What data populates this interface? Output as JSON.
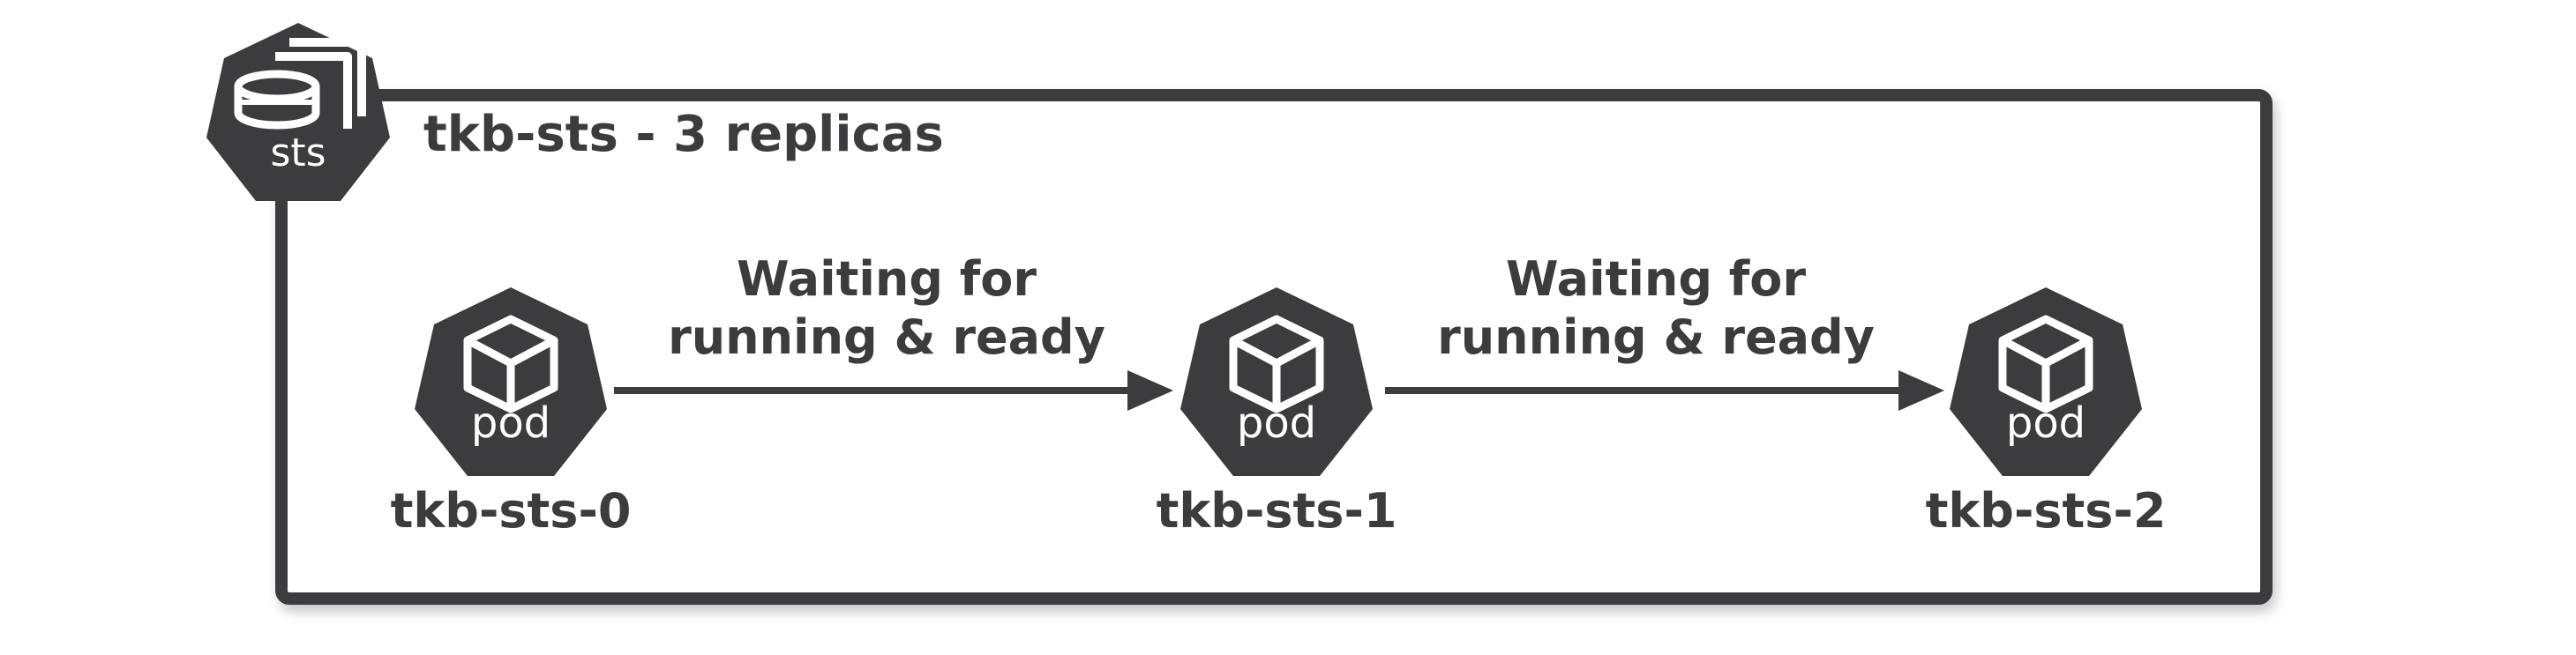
{
  "statefulset": {
    "badge_label": "sts",
    "title": "tkb-sts - 3 replicas"
  },
  "pods": [
    {
      "icon_label": "pod",
      "name": "tkb-sts-0"
    },
    {
      "icon_label": "pod",
      "name": "tkb-sts-1"
    },
    {
      "icon_label": "pod",
      "name": "tkb-sts-2"
    }
  ],
  "transitions": [
    {
      "line1": "Waiting for",
      "line2": "running & ready"
    },
    {
      "line1": "Waiting for",
      "line2": "running & ready"
    }
  ],
  "colors": {
    "ink": "#3c3c3e",
    "icon_fill": "#3c3c3e",
    "icon_glyph": "#ffffff"
  }
}
